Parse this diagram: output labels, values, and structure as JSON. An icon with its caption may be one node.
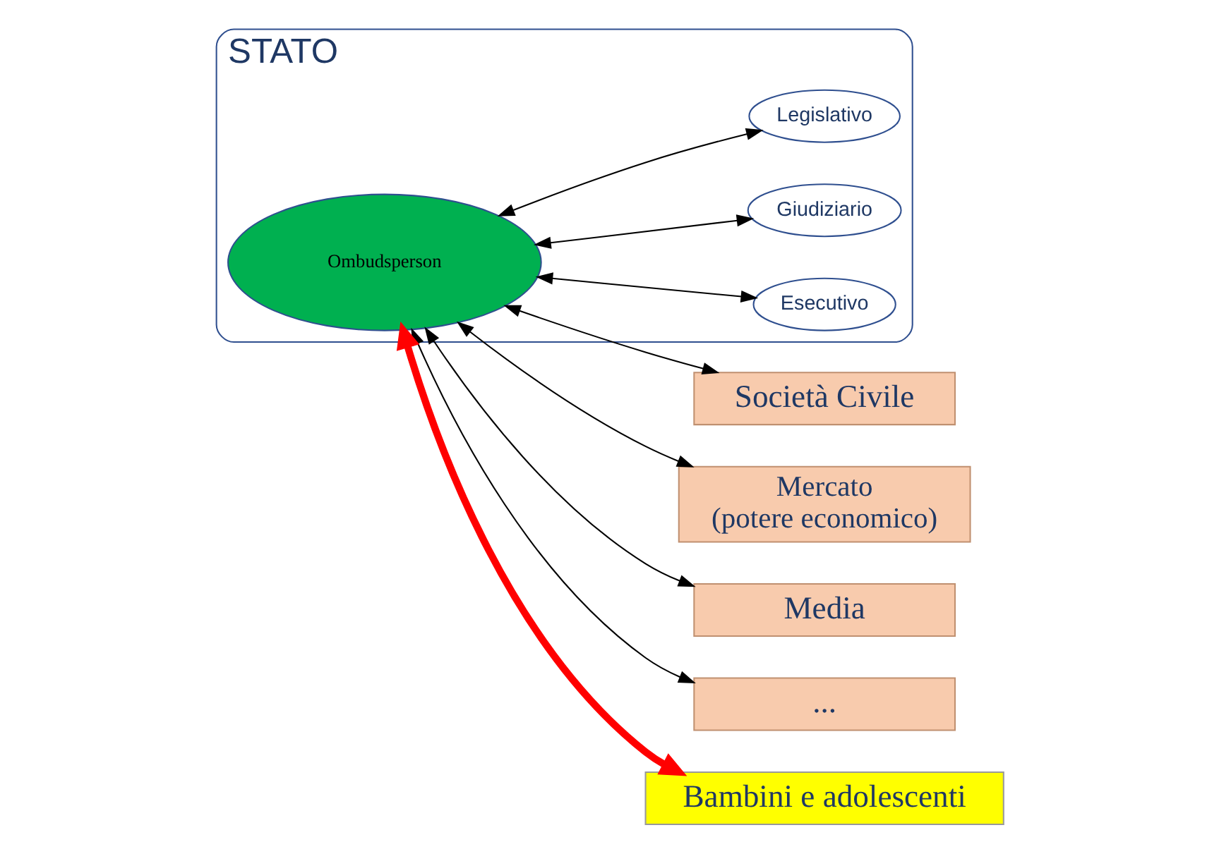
{
  "diagram": {
    "nodes": [
      {
        "text": [
          "STATO"
        ]
      },
      {
        "text": [
          "Esecutivo"
        ],
        "in": 0
      },
      {
        "text": [
          "Giudiziario"
        ],
        "in": 0
      },
      {
        "text": [
          "Ombudsperson"
        ],
        "in": 0
      },
      {
        "text": [
          "Legislativo"
        ],
        "in": 0
      },
      {
        "text": [
          "Società Civile"
        ]
      },
      {
        "text": [
          "Mercato",
          "(potere economico)"
        ]
      },
      {
        "text": [
          "Media"
        ]
      },
      {
        "text": [
          "..."
        ]
      },
      {
        "text": [
          "Bambini e adolescenti"
        ]
      }
    ],
    "edges": [
      {
        "from": 3,
        "to": 1,
        "arrow": "both"
      },
      {
        "from": 3,
        "to": 2,
        "arrow": "both"
      },
      {
        "from": 3,
        "to": 4,
        "arrow": "both"
      },
      {
        "from": 3,
        "to": 5,
        "arrow": "both"
      },
      {
        "from": 3,
        "to": 6,
        "arrow": "both"
      },
      {
        "from": 3,
        "to": 7,
        "arrow": "both"
      },
      {
        "from": 3,
        "to": 8,
        "arrow": "both"
      },
      {
        "from": 3,
        "to": 9,
        "arrow": "both",
        "style": "thick",
        "color": "#ff0000"
      }
    ]
  }
}
